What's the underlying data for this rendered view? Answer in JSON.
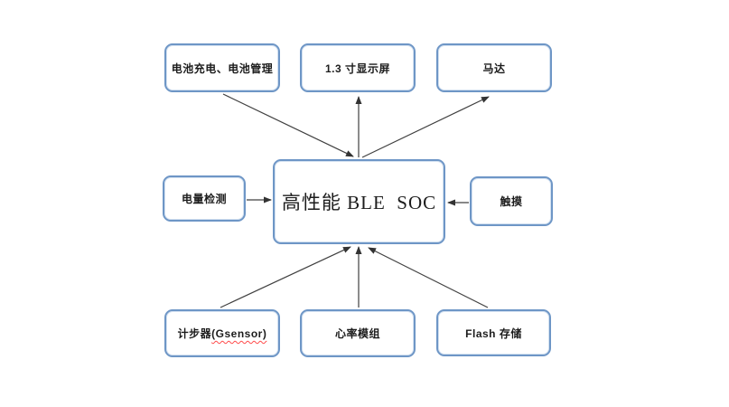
{
  "colors": {
    "box_border": "#6e96c6",
    "arrow": "#404040",
    "text": "#1c1c1c",
    "spellcheck_underline": "#ff4b4b",
    "background": "#ffffff"
  },
  "diagram": {
    "center_node": {
      "label": "高性能 BLE  SOC"
    },
    "nodes": {
      "battery": {
        "label": "电池充电、电池管理"
      },
      "display": {
        "label": "1.3 寸显示屏"
      },
      "motor": {
        "label": "马达"
      },
      "power": {
        "label": "电量检测"
      },
      "touch": {
        "label": "触摸"
      },
      "pedometer": {
        "label_main": "计步器",
        "label_annotated": "(Gsensor)"
      },
      "heart": {
        "label": "心率模组"
      },
      "flash": {
        "label": "Flash 存储"
      }
    },
    "edges": [
      {
        "from": "电池充电、电池管理",
        "to": "高性能 BLE SOC"
      },
      {
        "from": "高性能 BLE SOC",
        "to": "1.3 寸显示屏"
      },
      {
        "from": "高性能 BLE SOC",
        "to": "马达"
      },
      {
        "from": "电量检测",
        "to": "高性能 BLE SOC"
      },
      {
        "from": "触摸",
        "to": "高性能 BLE SOC"
      },
      {
        "from": "计步器(Gsensor)",
        "to": "高性能 BLE SOC"
      },
      {
        "from": "心率模组",
        "to": "高性能 BLE SOC"
      },
      {
        "from": "Flash 存储",
        "to": "高性能 BLE SOC"
      }
    ]
  }
}
